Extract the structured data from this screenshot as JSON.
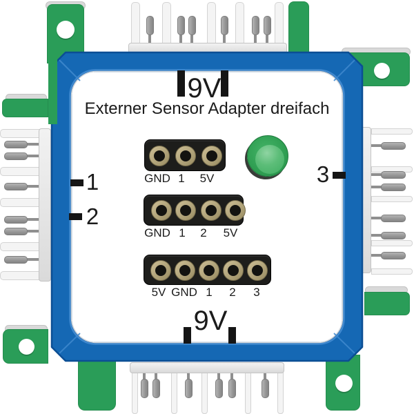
{
  "module": {
    "title": "Externer Sensor Adapter dreifach",
    "power_labels": {
      "top": "9V",
      "bottom": "9V"
    },
    "port_labels": {
      "left": [
        "1",
        "2"
      ],
      "right": [
        "3"
      ]
    },
    "sockets": [
      {
        "id": "sensor-socket-1",
        "pins": 3,
        "pin_labels": [
          "GND",
          "1",
          "5V"
        ]
      },
      {
        "id": "sensor-socket-2",
        "pins": 4,
        "pin_labels": [
          "GND",
          "1",
          "2",
          "5V"
        ]
      },
      {
        "id": "sensor-socket-3",
        "pins": 5,
        "pin_labels": [
          "5V",
          "GND",
          "1",
          "2",
          "3"
        ]
      }
    ],
    "led": {
      "id": "status-led",
      "color_name": "green",
      "color": "#2f9e52"
    },
    "colors": {
      "frame_blue": "#1568b4",
      "frame_dark": "#0b4e94",
      "frame_light": "#4089cf",
      "pcb_green": "#2a9d58",
      "socket_body": "#1d1d1b",
      "socket_ring_light": "#cdbf96",
      "socket_ring_dark": "#998c62",
      "pin_white": "#f4f4f4",
      "pin_gray": "#9a9a9a",
      "base_gray": "#e9e9e9",
      "text": "#1b1b1b"
    }
  }
}
